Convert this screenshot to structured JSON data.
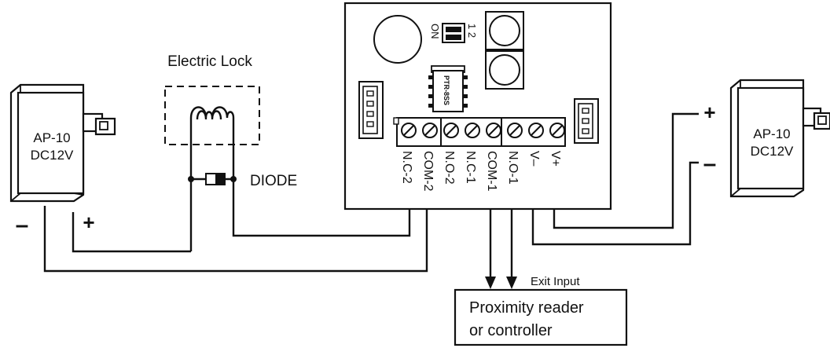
{
  "left_adapter": {
    "model": "AP-10",
    "voltage": "DC12V",
    "minus_label": "–",
    "plus_label": "+"
  },
  "right_adapter": {
    "model": "AP-10",
    "voltage": "DC12V",
    "plus_label": "+",
    "minus_label": "–"
  },
  "lock": {
    "title": "Electric Lock",
    "diode_label": "DIODE"
  },
  "board": {
    "dip_on_label": "ON",
    "dip_numbers": "1 2",
    "chip_label": "PTR-8SS",
    "terminals": [
      "N.C-2",
      "COM-2",
      "N.O-2",
      "N.C-1",
      "COM-1",
      "N.O-1",
      "V–",
      "V+"
    ]
  },
  "reader": {
    "exit_label": "Exit Input",
    "line1": "Proximity reader",
    "line2": "or controller"
  },
  "colors": {
    "line": "#111111",
    "screw_fill": "#ffffff",
    "diode_band": "#111111"
  }
}
